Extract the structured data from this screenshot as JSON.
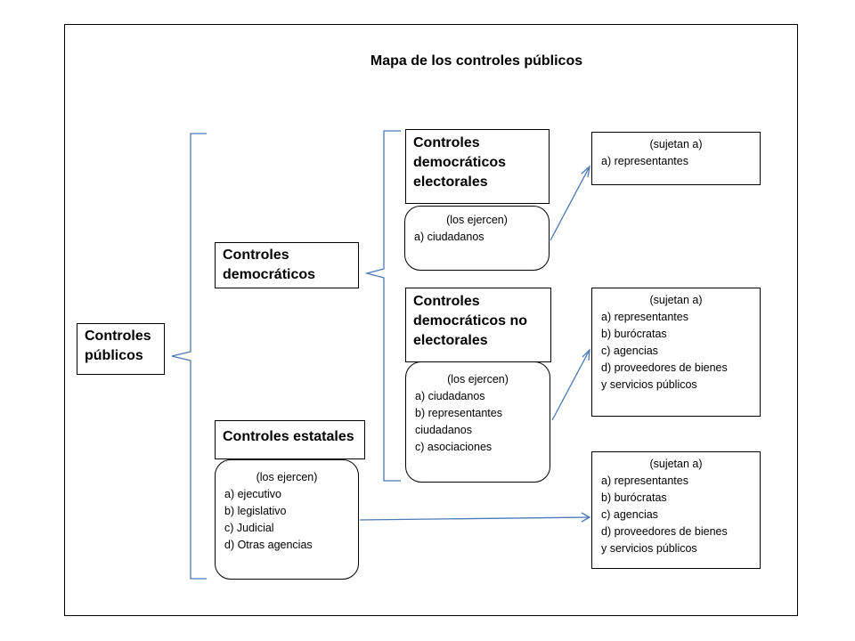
{
  "title": "Mapa de los controles públicos",
  "colors": {
    "connector": "#4a7ab5",
    "border": "#000000"
  },
  "root": {
    "label": "Controles públicos"
  },
  "democraticos": {
    "label": "Controles democráticos"
  },
  "estatales": {
    "label": "Controles estatales",
    "ejercen": {
      "caption": "(los ejercen)",
      "items": [
        "a) ejecutivo",
        "b) legislativo",
        "c) Judicial",
        "d) Otras agencias"
      ]
    },
    "sujetan": {
      "caption": "(sujetan a)",
      "items": [
        "a) representantes",
        "b) burócratas",
        "c) agencias",
        "d) proveedores de bienes",
        "y servicios públicos"
      ]
    }
  },
  "electorales": {
    "label": "Controles democráticos electorales",
    "ejercen": {
      "caption": "(los ejercen)",
      "items": [
        "a) ciudadanos"
      ]
    },
    "sujetan": {
      "caption": "(sujetan a)",
      "items": [
        "a) representantes"
      ]
    }
  },
  "no_electorales": {
    "label": "Controles democráticos no electorales",
    "ejercen": {
      "caption": "(los ejercen)",
      "items": [
        "a) ciudadanos",
        "b) representantes",
        "ciudadanos",
        "c) asociaciones"
      ]
    },
    "sujetan": {
      "caption": "(sujetan a)",
      "items": [
        "a) representantes",
        "b) burócratas",
        "c) agencias",
        "d) proveedores de bienes",
        "y servicios públicos"
      ]
    }
  }
}
